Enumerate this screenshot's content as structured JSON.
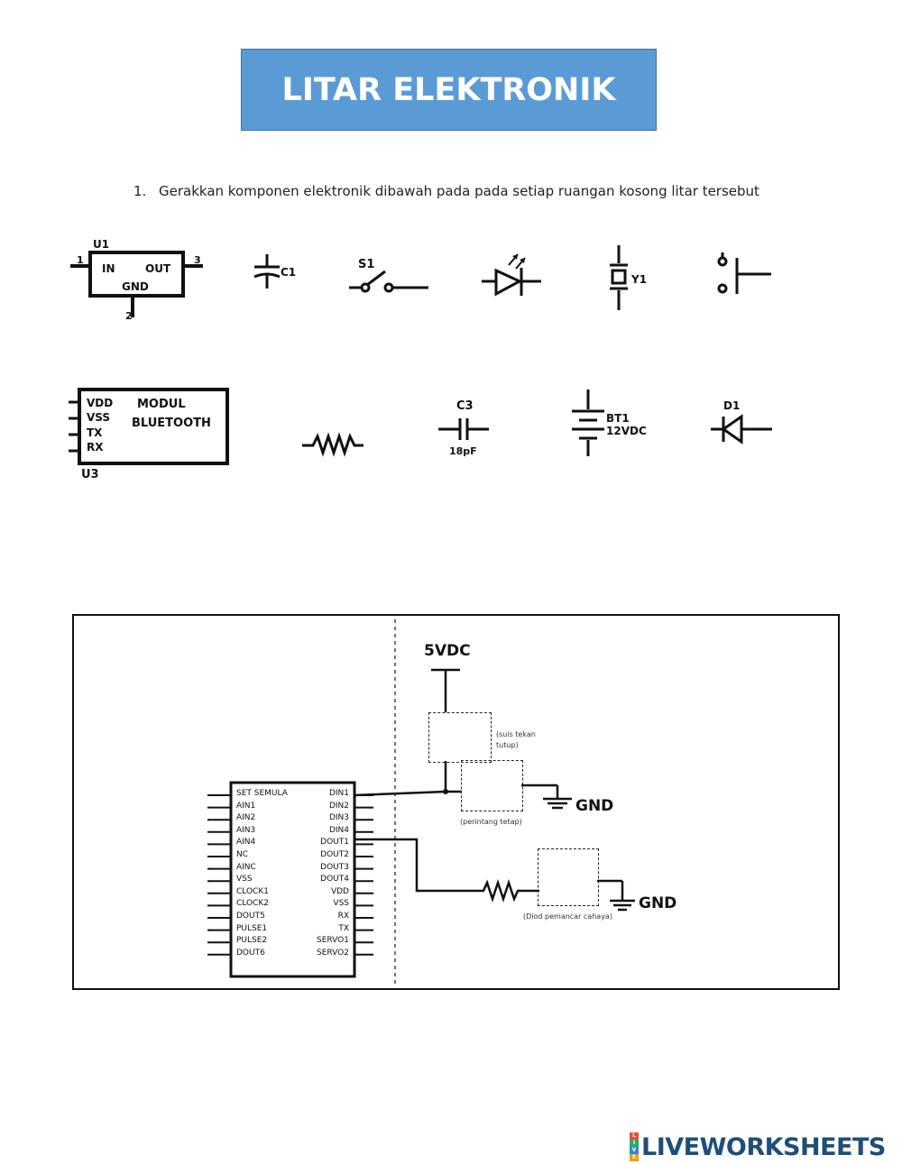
{
  "header": {
    "title": "LITAR ELEKTRONIK"
  },
  "instruction": {
    "number": "1.",
    "text": "Gerakkan komponen elektronik dibawah pada pada setiap ruangan kosong litar tersebut"
  },
  "components": {
    "regulator": {
      "ref": "U1",
      "in": "IN",
      "out": "OUT",
      "gnd": "GND",
      "pin1": "1",
      "pin2": "2",
      "pin3": "3"
    },
    "capacitor_c1": {
      "ref": "C1"
    },
    "switch_s1": {
      "ref": "S1"
    },
    "crystal_y1": {
      "ref": "Y1"
    },
    "bluetooth": {
      "ref": "U3",
      "pins": [
        "VDD",
        "VSS",
        "TX",
        "RX"
      ],
      "label_line1": "MODUL",
      "label_line2": "BLUETOOTH"
    },
    "capacitor_c3": {
      "ref": "C3",
      "value": "18pF"
    },
    "battery_bt1": {
      "ref": "BT1",
      "value": "12VDC"
    },
    "diode_d1": {
      "ref": "D1"
    }
  },
  "circuit": {
    "supply_label": "5VDC",
    "gnd_label_1": "GND",
    "gnd_label_2": "GND",
    "zone_switch_label": "(suis tekan tutup)",
    "zone_resistor_label": "(perintang tetap)",
    "zone_led_label": "(Diod pemancar cahaya)",
    "chip_left_pins": [
      "SET SEMULA",
      "AIN1",
      "AIN2",
      "AIN3",
      "AIN4",
      "NC",
      "AINC",
      "VSS",
      "CLOCK1",
      "CLOCK2",
      "DOUT5",
      "PULSE1",
      "PULSE2",
      "DOUT6"
    ],
    "chip_right_pins": [
      "DIN1",
      "DIN2",
      "DIN3",
      "DIN4",
      "DOUT1",
      "DOUT2",
      "DOUT3",
      "DOUT4",
      "VDD",
      "VSS",
      "RX",
      "TX",
      "SERVO1",
      "SERVO2"
    ]
  },
  "footer": {
    "brand": "LIVEWORKSHEETS",
    "block_letters": [
      "L",
      "I",
      "V",
      "E"
    ],
    "block_colors": [
      "#e74c3c",
      "#27ae60",
      "#2e86de",
      "#f39c12"
    ]
  }
}
